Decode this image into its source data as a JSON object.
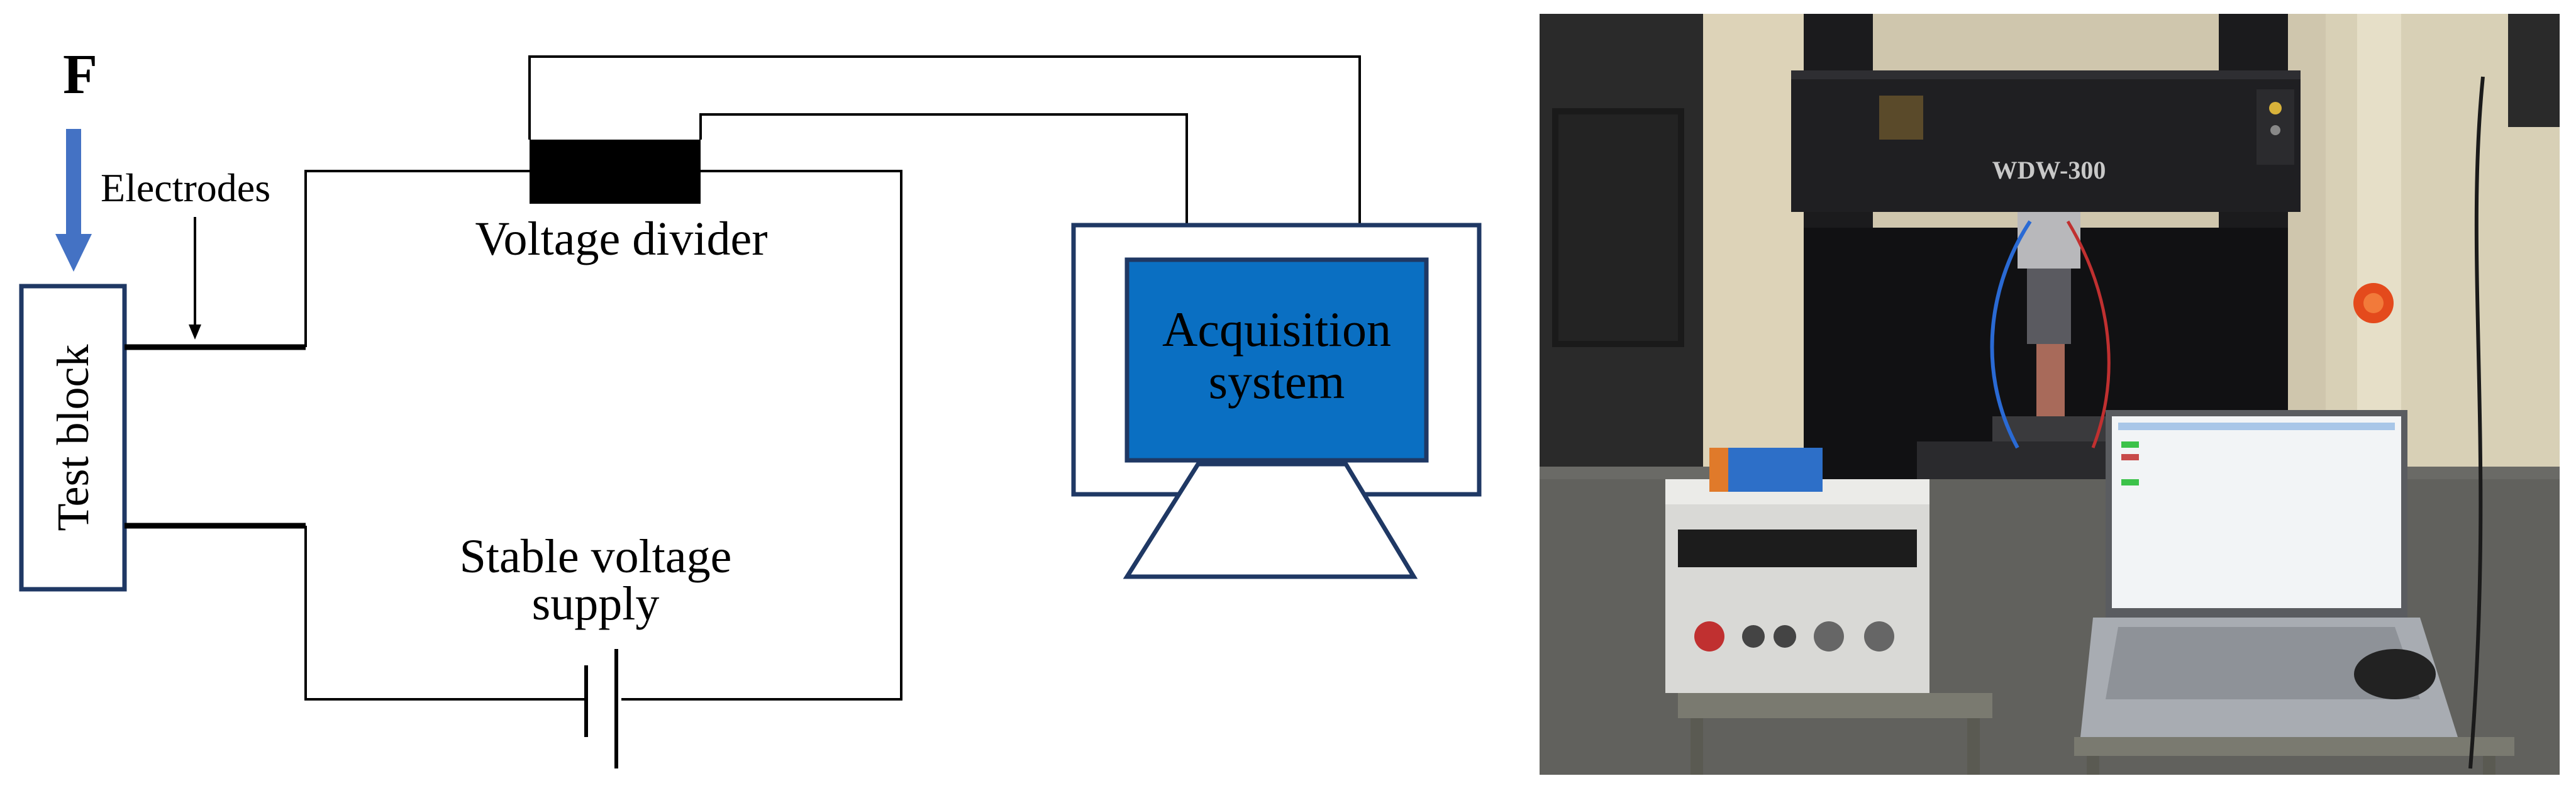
{
  "diagram": {
    "force_label": "F",
    "electrodes_label": "Electrodes",
    "test_block_label": "Test block",
    "voltage_divider_label": "Voltage divider",
    "acquisition_line1": "Acquisition",
    "acquisition_line2": "system",
    "supply_line1": "Stable voltage",
    "supply_line2": "supply",
    "colors": {
      "frame_blue": "#1f3864",
      "acquisition_fill": "#0a6fc2",
      "arrow_blue": "#4472c4",
      "wire": "#000000"
    }
  },
  "photo": {
    "machine_model": "WDW-300",
    "colors": {
      "machine_body": "#1b1b1d",
      "wall": "#cfc6ad",
      "floor": "#6a6a66",
      "supply_body": "#d9d9d6",
      "laptop_screen": "#f2f4f6",
      "status_green": "#3cc24a"
    }
  }
}
